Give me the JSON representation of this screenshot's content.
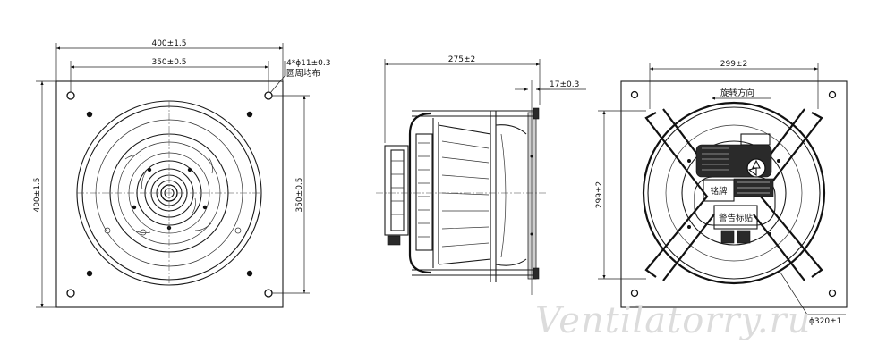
{
  "views": {
    "front": {
      "width_outer": "400±1.5",
      "width_holes": "350±0.5",
      "height_outer": "400±1.5",
      "height_holes": "350±0.5",
      "hole_note_line1": "4*ϕ11±0.3",
      "hole_note_line2": "圆周均布"
    },
    "side": {
      "depth": "275±2",
      "flange_thickness": "17±0.3"
    },
    "back": {
      "width_span": "299±2",
      "height_span": "299±2",
      "rotation_label": "旋转方向",
      "nameplate_label": "铭牌",
      "warning_label": "警告标贴",
      "ring_diameter": "ϕ320±1"
    }
  },
  "watermark": "Ventilatorry.ru"
}
